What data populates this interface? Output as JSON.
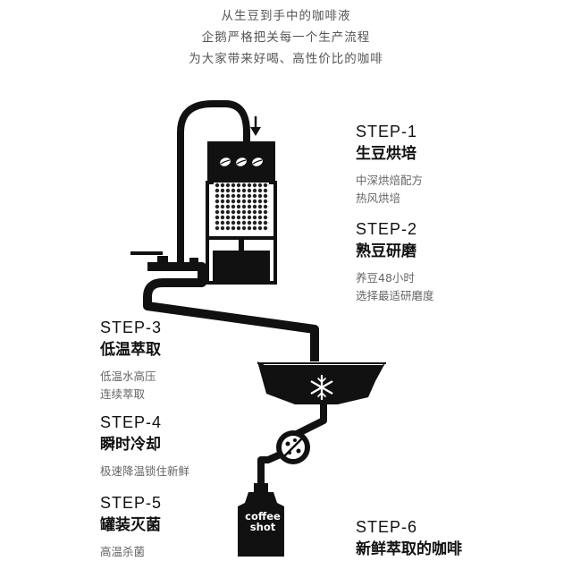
{
  "intro": {
    "line1": "从生豆到手中的咖啡液",
    "line2": "企鹅严格把关每一个生产流程",
    "line3": "为大家带来好喝、高性价比的咖啡"
  },
  "steps": [
    {
      "num": "STEP-1",
      "title": "生豆烘培",
      "desc1": "中深烘焙配方",
      "desc2": "热风烘培"
    },
    {
      "num": "STEP-2",
      "title": "熟豆研磨",
      "desc1": "养豆48小时",
      "desc2": "选择最适研磨度"
    },
    {
      "num": "STEP-3",
      "title": "低温萃取",
      "desc1": "低温水高压",
      "desc2": "连续萃取"
    },
    {
      "num": "STEP-4",
      "title": "瞬时冷却",
      "desc1": "极速降温锁住新鲜"
    },
    {
      "num": "STEP-5",
      "title": "罐装灭菌",
      "desc1": "高温杀菌"
    },
    {
      "num": "STEP-6",
      "title": "新鲜萃取的咖啡"
    }
  ],
  "bottle": {
    "line1": "coffee",
    "line2": "shot"
  },
  "icons": {
    "arrow": "down-arrow-icon",
    "beans": "coffee-bean-icon",
    "snowflake": "snowflake-icon",
    "valve": "valve-icon",
    "faucet": "faucet-icon"
  },
  "colors": {
    "ink": "#111111",
    "text_gray": "#666666",
    "background": "#ffffff"
  }
}
